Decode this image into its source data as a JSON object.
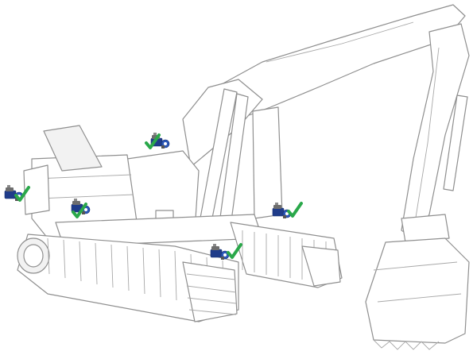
{
  "colors": {
    "outline": "#8f8f8f",
    "shade": "#f2f2f2",
    "sensor_body": "#1f3c8a",
    "sensor_cap": "#2b57b8",
    "sensor_gray": "#6e6e6e",
    "check": "#2aa84a"
  },
  "markers": [
    {
      "id": "cab-top",
      "icon": "sensor-with-check-icon"
    },
    {
      "id": "counterweight-rear",
      "icon": "sensor-with-check-icon"
    },
    {
      "id": "engine-side",
      "icon": "sensor-with-check-icon"
    },
    {
      "id": "track-frame-right",
      "icon": "sensor-with-check-icon"
    },
    {
      "id": "track-frame-center",
      "icon": "sensor-with-check-icon"
    }
  ]
}
